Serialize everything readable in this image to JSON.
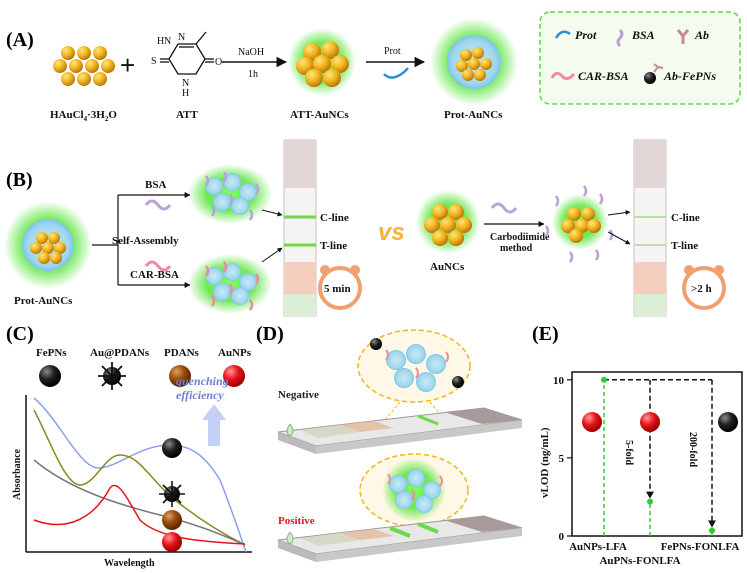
{
  "panel_a": {
    "label": "(A)",
    "reagent_1": "HAuCl4·3H2O",
    "reagent_1_main": "HAuCl",
    "reagent_1_sub": "4",
    "reagent_1_rest": "·3H",
    "reagent_1_sub2": "2",
    "reagent_1_end": "O",
    "reagent_2": "ATT",
    "plus": "+",
    "arrow1_top": "NaOH",
    "arrow1_bottom": "1h",
    "product_1": "ATT-AuNCs",
    "arrow2_top": "Prot",
    "product_2": "Prot-AuNCs",
    "legend": {
      "prot": "Prot",
      "bsa": "BSA",
      "ab": "Ab",
      "car_bsa": "CAR-BSA",
      "ab_fepns": "Ab-FePNs"
    },
    "att_atoms": {
      "n1": "N",
      "n2": "N",
      "h1": "H",
      "s": "S",
      "o": "O",
      "n3": "N",
      "h2": "H"
    }
  },
  "panel_b": {
    "label": "(B)",
    "bsa": "BSA",
    "self_assembly": "Self-Assembly",
    "car_bsa": "CAR-BSA",
    "prot_aunc": "Prot-AuNCs",
    "c_line_1": "C-line",
    "t_line_1": "T-line",
    "time_1": "5 min",
    "vs": "vs",
    "aunc": "AuNCs",
    "carbodiimide_1": "Carbodiimide",
    "carbodiimide_2": "method",
    "c_line_2": "C-line",
    "t_line_2": "T-line",
    "time_2": ">2 h"
  },
  "panel_c": {
    "label": "(C)",
    "materials": [
      "FePNs",
      "Au@PDANs",
      "PDANs",
      "AuNPs"
    ],
    "ylabel": "Absorbance",
    "xlabel": "Wavelength",
    "annotation_1": "quenching",
    "annotation_2": "efficiency"
  },
  "panel_d": {
    "label": "(D)",
    "negative": "Negative",
    "positive": "Positive"
  },
  "panel_e": {
    "label": "(E)",
    "ylabel": "vLOD (ng/mL)",
    "yticks": [
      "0",
      "5",
      "10"
    ],
    "fold_1": "5-fold",
    "fold_2": "200-fold"
  },
  "chart_data": {
    "type": "scatter",
    "categories": [
      "AuNPs-LFA",
      "AuPNs-FONLFA",
      "FePNs-FONLFA"
    ],
    "series": [
      {
        "name": "",
        "values": [
          7.3,
          7.3,
          7.3
        ]
      },
      {
        "name": "",
        "values": [
          10,
          2.2,
          0.35
        ]
      }
    ],
    "ylabel": "vLOD (ng/mL)",
    "ylim": [
      0,
      10.5
    ],
    "yticks": [
      0,
      5,
      10
    ],
    "colors": {
      "AuNPs": "#e8141a",
      "AuPNs": "#e8141a",
      "FePNs": "#1a1a1a",
      "guide": "#2ecc2e"
    }
  }
}
